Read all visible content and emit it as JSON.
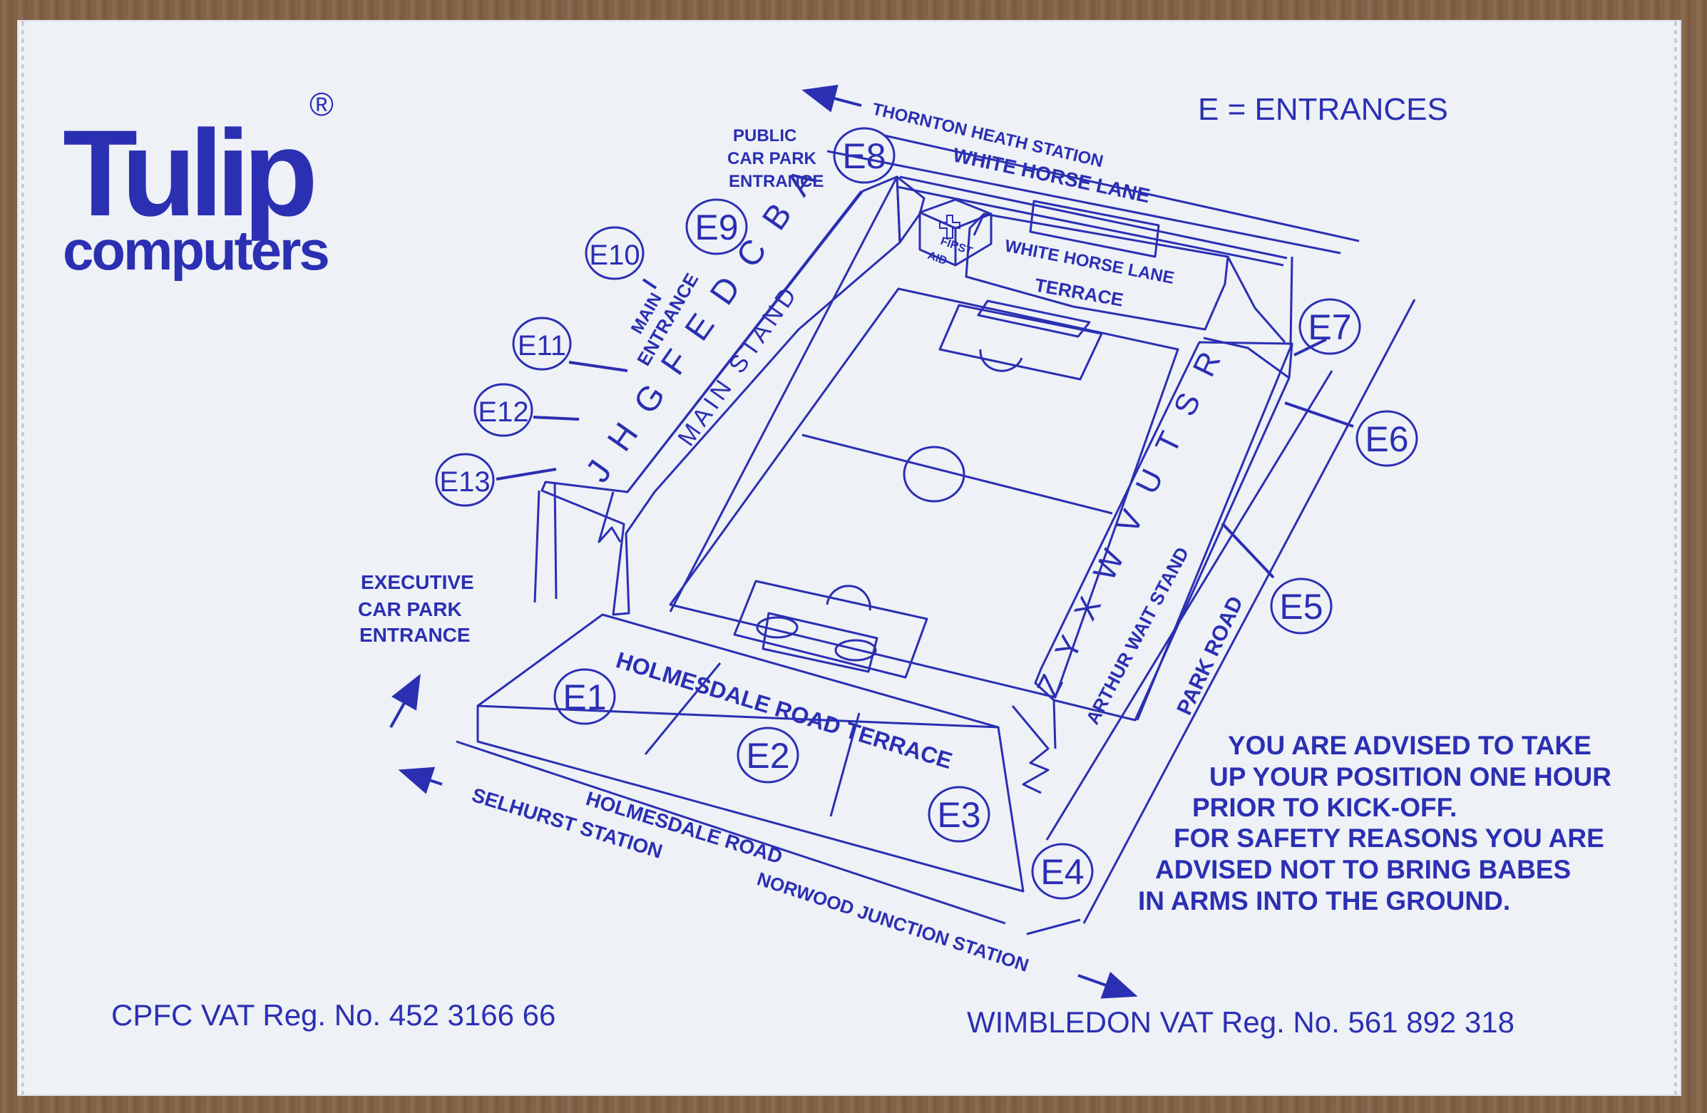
{
  "brand": {
    "name": "Tulip",
    "tagline": "computers",
    "registered_mark": "®"
  },
  "legend": {
    "text": "E = ENTRANCES"
  },
  "entrances": [
    "E1",
    "E2",
    "E3",
    "E4",
    "E5",
    "E6",
    "E7",
    "E8",
    "E9",
    "E10",
    "E11",
    "E12",
    "E13"
  ],
  "roads": {
    "thornton": "THORNTON HEATH STATION",
    "white_horse_lane": "WHITE HORSE LANE",
    "holmesdale_road": "HOLMESDALE ROAD",
    "selhurst": "SELHURST STATION",
    "norwood": "NORWOOD JUNCTION STATION",
    "park_road": "PARK ROAD"
  },
  "stands": {
    "main_stand": "MAIN STAND",
    "main_blocks": "J H G F  E D C B A",
    "main_entrance_1": "MAIN",
    "main_entrance_2": "ENTRANCE",
    "arthur_wait": "ARTHUR WAIT STAND",
    "arthur_blocks": "Z Y X W V U T S R",
    "whl_terrace_1": "WHITE HORSE LANE",
    "whl_terrace_2": "TERRACE",
    "holmesdale_terrace": "HOLMESDALE ROAD TERRACE",
    "first_aid_1": "FIRST",
    "first_aid_2": "AID"
  },
  "car_parks": {
    "public_1": "PUBLIC",
    "public_2": "CAR PARK",
    "public_3": "ENTRANCE",
    "exec_1": "EXECUTIVE",
    "exec_2": "CAR PARK",
    "exec_3": "ENTRANCE"
  },
  "notice": {
    "lines": [
      "YOU ARE ADVISED TO TAKE",
      "UP YOUR POSITION ONE HOUR",
      "PRIOR TO KICK-OFF.",
      "FOR SAFETY REASONS YOU ARE",
      "ADVISED NOT TO BRING BABES",
      "IN ARMS INTO THE GROUND."
    ]
  },
  "footer": {
    "cpfc_vat": "CPFC VAT Reg. No. 452 3166 66",
    "wimbledon_vat": "WIMBLEDON VAT Reg. No. 561 892 318"
  },
  "colors": {
    "ink": "#2b2fb2",
    "paper": "#eef1f6",
    "wood": "#8a6a4e"
  }
}
